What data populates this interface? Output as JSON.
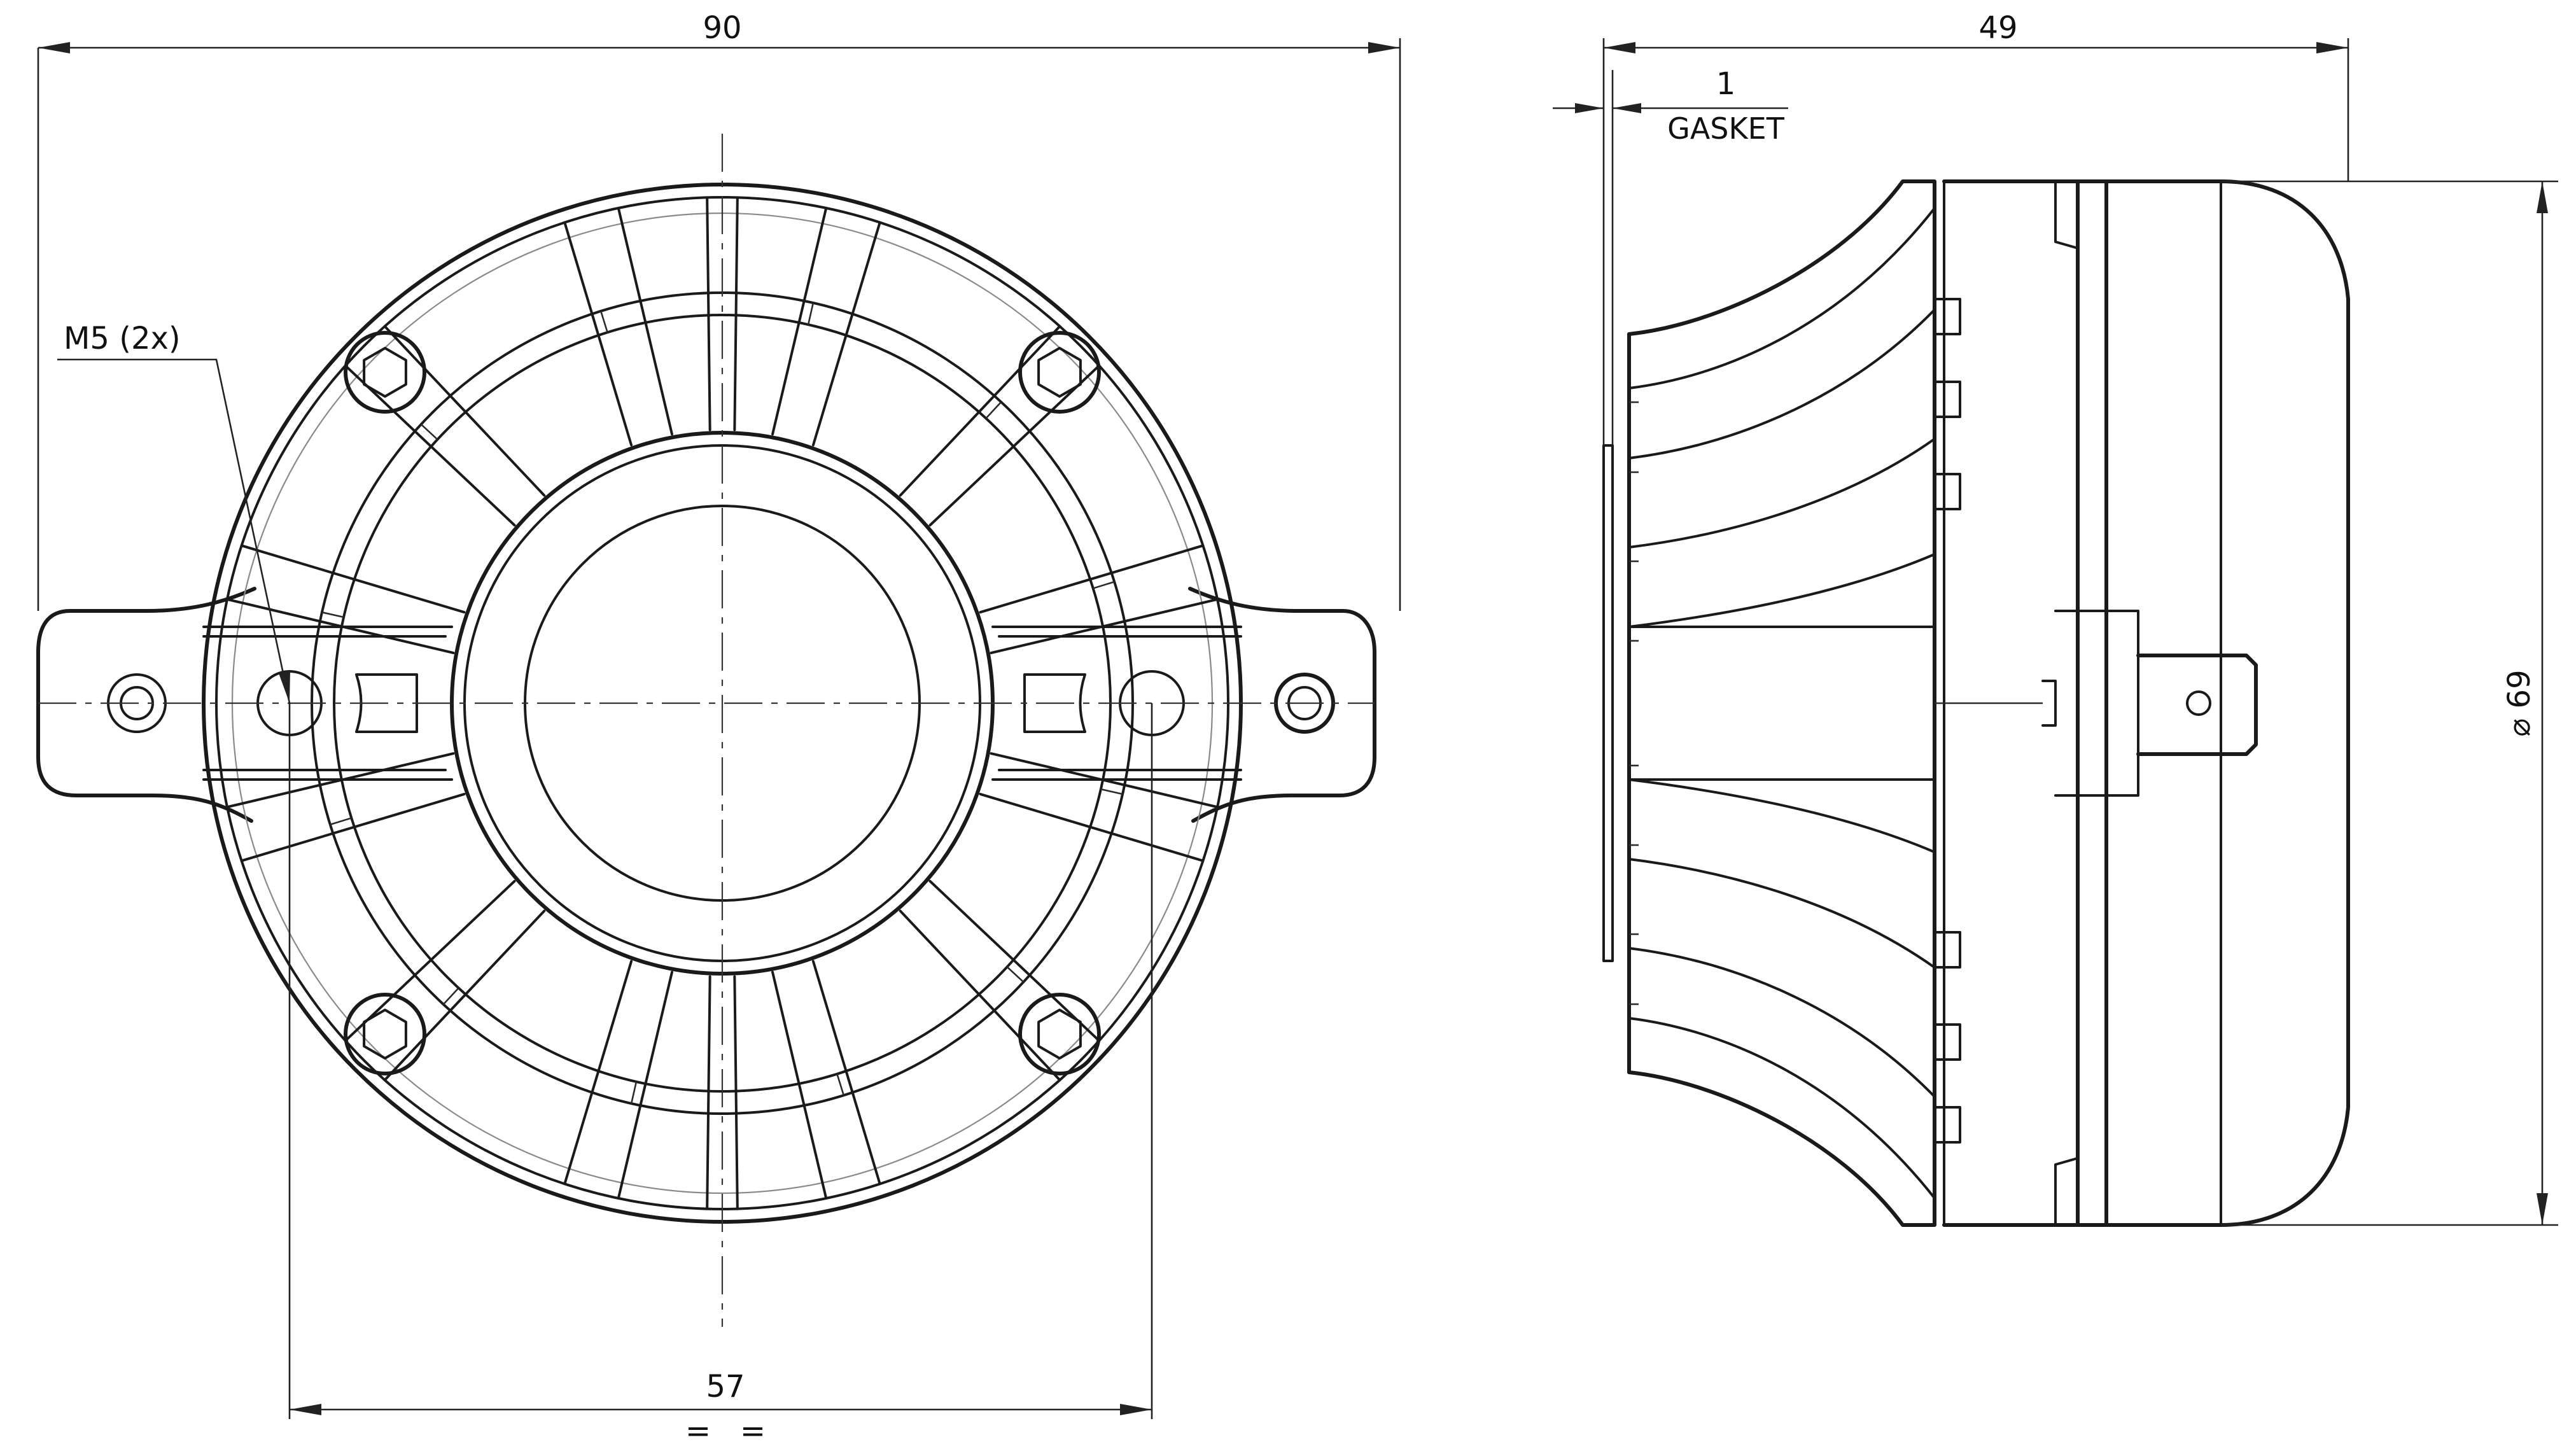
{
  "dimensions": {
    "overall_width": "90",
    "depth": "49",
    "gasket_value": "1",
    "gasket_label": "GASKET",
    "hole_spacing": "57",
    "hole_spacing_equal_marks": "=   =",
    "diameter": "⌀ 69",
    "thread": "M5 (2x)"
  },
  "colors": {
    "line": "#1a1a1a",
    "hidden": "#8a8a8a",
    "background": "#ffffff"
  }
}
